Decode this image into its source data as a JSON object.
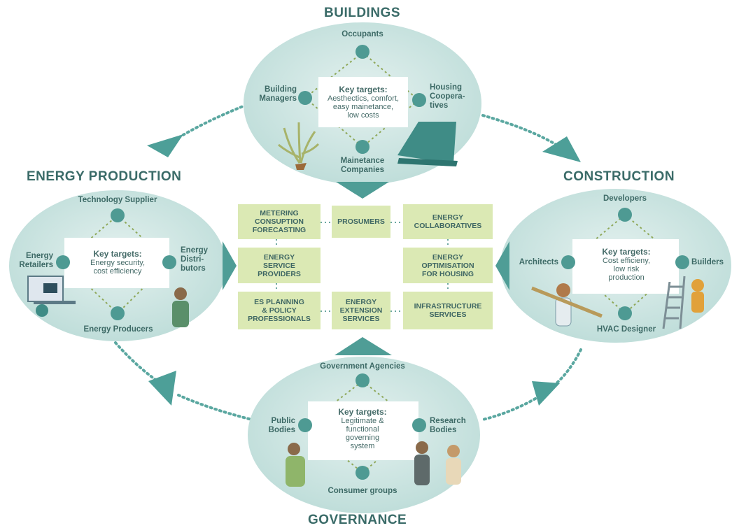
{
  "colors": {
    "teal": "#5aa7a0",
    "teal_dark": "#3f8c86",
    "ellipse_fill": "#cfe6e3",
    "box_fill": "#dbe9b4",
    "text": "#3d6a66",
    "title": "#3a6b68"
  },
  "clusters": {
    "buildings": {
      "title": "BUILDINGS",
      "top": "Occupants",
      "left": [
        "Building",
        "Managers"
      ],
      "right": [
        "Housing",
        "Coopera-",
        "tives"
      ],
      "bottom": [
        "Mainetance",
        "Companies"
      ],
      "key_title": "Key targets:",
      "key_lines": [
        "Aesthectics, comfort,",
        "easy mainetance,",
        "low costs"
      ]
    },
    "energy_production": {
      "title": "ENERGY PRODUCTION",
      "top": "Technology Supplier",
      "left": [
        "Energy",
        "Retailers"
      ],
      "right": [
        "Energy",
        "Distri-",
        "butors"
      ],
      "bottom": "Energy Producers",
      "key_title": "Key targets:",
      "key_lines": [
        "Energy security,",
        "cost efficiency"
      ]
    },
    "construction": {
      "title": "CONSTRUCTION",
      "top": "Developers",
      "left": "Architects",
      "right": "Builders",
      "bottom": "HVAC Designer",
      "key_title": "Key targets:",
      "key_lines": [
        "Cost efficieny,",
        "low risk",
        "production"
      ]
    },
    "governance": {
      "title": "GOVERNANCE",
      "top": "Government Agencies",
      "left": [
        "Public",
        "Bodies"
      ],
      "right": [
        "Research",
        "Bodies"
      ],
      "bottom": "Consumer groups",
      "key_title": "Key targets:",
      "key_lines": [
        "Legitimate &",
        "functional",
        "governing",
        "system"
      ]
    }
  },
  "center_boxes": {
    "metering": [
      "METERING",
      "CONSUPTION",
      "FORECASTING"
    ],
    "prosumers": [
      "PROSUMERS"
    ],
    "energy_collaboratives": [
      "ENERGY",
      "COLLABORATIVES"
    ],
    "energy_service_providers": [
      "ENERGY",
      "SERVICE",
      "PROVIDERS"
    ],
    "energy_optimisation": [
      "ENERGY",
      "OPTIMISATION",
      "FOR HOUSING"
    ],
    "es_planning": [
      "ES PLANNING",
      "& POLICY",
      "PROFESSIONALS"
    ],
    "energy_extension": [
      "ENERGY",
      "EXTENSION",
      "SERVICES"
    ],
    "infrastructure": [
      "INFRASTRUCTURE",
      "SERVICES"
    ]
  },
  "icons": [
    "plant-icon",
    "laptop-icon",
    "person-icon",
    "ladder-icon",
    "handshake-icon",
    "bench-icon"
  ]
}
